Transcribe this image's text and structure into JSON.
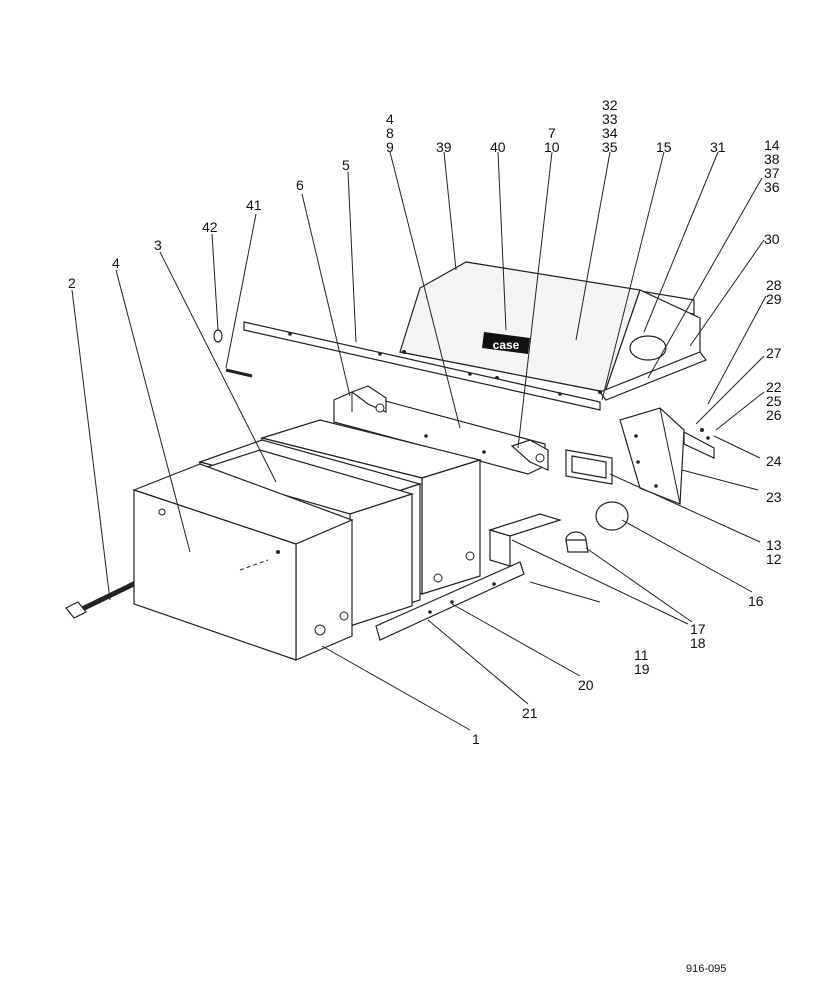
{
  "figure": {
    "drawing_number": "916-095",
    "logo_text": "case",
    "callouts": {
      "c1": "1",
      "c2": "2",
      "c3": "3",
      "c4a": "4",
      "c4b": "4",
      "c5": "5",
      "c6": "6",
      "c7": "7",
      "c8": "8",
      "c9": "9",
      "c10": "10",
      "c11": "11",
      "c12": "12",
      "c13": "13",
      "c14": "14",
      "c15": "15",
      "c16": "16",
      "c17": "17",
      "c18": "18",
      "c19": "19",
      "c20": "20",
      "c21": "21",
      "c22": "22",
      "c23": "23",
      "c24": "24",
      "c25": "25",
      "c26": "26",
      "c27": "27",
      "c28": "28",
      "c29": "29",
      "c30": "30",
      "c31": "31",
      "c32": "32",
      "c33": "33",
      "c34": "34",
      "c35": "35",
      "c36": "36",
      "c37": "37",
      "c38": "38",
      "c39": "39",
      "c40": "40",
      "c41": "41",
      "c42": "42"
    }
  }
}
